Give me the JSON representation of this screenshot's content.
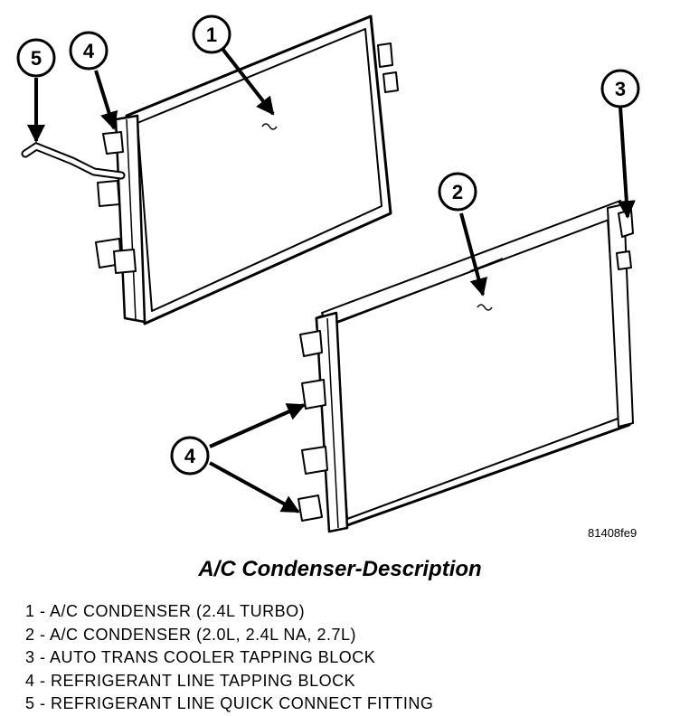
{
  "diagram": {
    "callouts": [
      {
        "id": "c1",
        "label": "1"
      },
      {
        "id": "c2",
        "label": "2"
      },
      {
        "id": "c3",
        "label": "3"
      },
      {
        "id": "c4a",
        "label": "4"
      },
      {
        "id": "c4b",
        "label": "4"
      },
      {
        "id": "c5",
        "label": "5"
      }
    ],
    "ref_code": "81408fe9"
  },
  "caption": "A/C Condenser-Description",
  "legend": [
    "1 - A/C CONDENSER (2.4L TURBO)",
    "2 - A/C CONDENSER (2.0L, 2.4L NA, 2.7L)",
    "3 - AUTO TRANS COOLER TAPPING BLOCK",
    "4 - REFRIGERANT LINE TAPPING BLOCK",
    "5 - REFRIGERANT LINE QUICK CONNECT FITTING"
  ]
}
